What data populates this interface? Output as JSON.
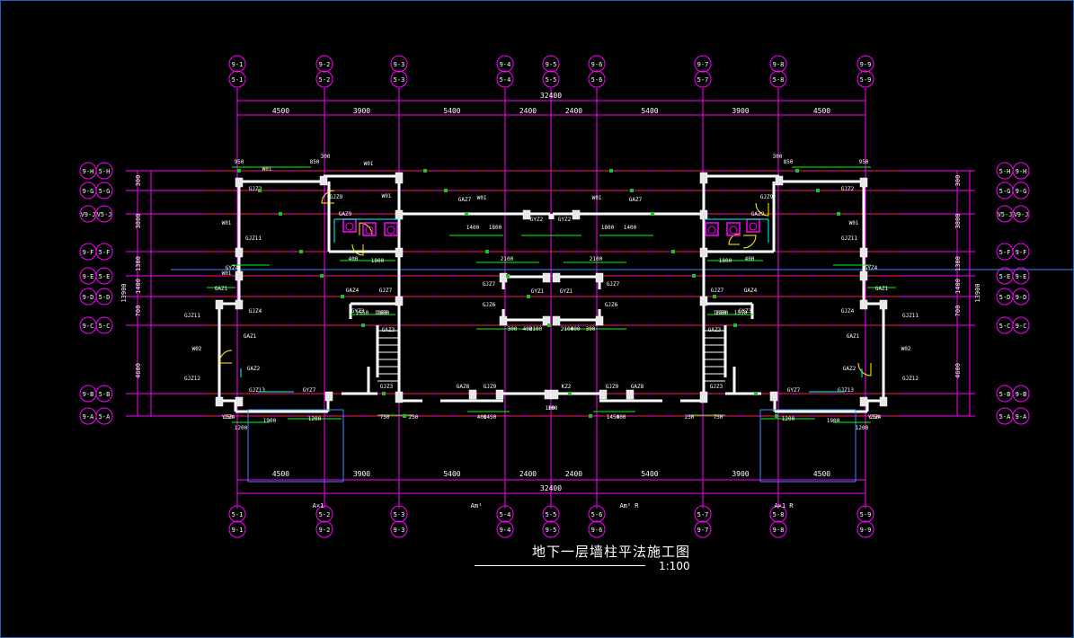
{
  "drawing": {
    "title": "地下一层墙柱平法施工图",
    "scale": "1:100"
  },
  "grid_x_top": [
    "9-1",
    "9-2",
    "9-3",
    "9-4",
    "9-5",
    "9-6",
    "9-7",
    "9-8",
    "9-9"
  ],
  "grid_x_bot": [
    "5-1",
    "5-2",
    "5-3",
    "5-4",
    "5-5",
    "5-6",
    "5-7",
    "5-8",
    "5-9"
  ],
  "grid_y_outer": [
    "9-H",
    "9-G",
    "V9-J",
    "9-F",
    "9-E",
    "9-D",
    "9-C",
    "9-B",
    "9-A"
  ],
  "grid_y_inner": [
    "5-H",
    "5-G",
    "V5-J",
    "5-F",
    "5-E",
    "5-D",
    "5-C",
    "5-B",
    "5-A"
  ],
  "dims_x": [
    "4500",
    "3900",
    "5400",
    "2400",
    "2400",
    "5400",
    "3900",
    "4500"
  ],
  "dims_total": "32400",
  "dims_y_left": [
    "300",
    "3800",
    "1300",
    "1400",
    "700",
    "4600"
  ],
  "dims_y_total": "13900",
  "wall_labels": [
    "W01",
    "W01",
    "W01",
    "W01",
    "W01",
    "W01",
    "W01",
    "W01",
    "W02",
    "W02"
  ],
  "column_labels_left": [
    "GJZ2",
    "GJZ9",
    "GAZ9",
    "GJZ11",
    "GYZ4",
    "GAZ1",
    "GAZ4",
    "GJZ11",
    "GAZ1",
    "GJZ12",
    "GJZ13",
    "GYZ7",
    "GJZ4",
    "GJZ7",
    "GYZ3",
    "GAZ3",
    "GAZ2",
    "GJZ3",
    "YJZ4"
  ],
  "column_labels_right": [
    "GJZ2",
    "GJZ9",
    "GAZ9",
    "GJZ11",
    "GYZ4",
    "GAZ1",
    "GAZ4",
    "GJZ11",
    "GAZ1",
    "GJZ12",
    "GJZ13",
    "GYZ7",
    "GJZ4",
    "GJZ7",
    "GYZ3",
    "GAZ3",
    "GAZ2",
    "GJZ3",
    "YJZ4"
  ],
  "column_labels_center": [
    "GAZ7",
    "GYZ2",
    "GYZ2",
    "GAZ7",
    "GJZ7",
    "GYZ1",
    "GYZ1",
    "GJZ7",
    "GJZ6",
    "GJZ6",
    "KZ2",
    "GJZ9",
    "GAZ8",
    "GJZ9",
    "GAZ8"
  ],
  "bottom_notes": [
    "A×1",
    "Am¹",
    "Am¹ R",
    "A×1 R"
  ],
  "inner_dims": [
    "950",
    "850",
    "300",
    "1800",
    "1400",
    "1800",
    "400",
    "2100",
    "2100",
    "400",
    "1900",
    "1550",
    "1650",
    "300",
    "400",
    "1450",
    "1200",
    "750",
    "250",
    "100",
    "1900",
    "1200",
    "250"
  ],
  "colors": {
    "background": "#000000",
    "frame": "#1e63b4",
    "grid": "#ff00ff",
    "axis_red": "#ff2020",
    "dim": "#00ff00",
    "wall": "#ffffff",
    "column": "#e8e8e8",
    "label_white": "#ffffff",
    "door": "#ffff00",
    "cyan": "#00ffff",
    "blue": "#3a8cff",
    "green_wall": "#20c020"
  }
}
